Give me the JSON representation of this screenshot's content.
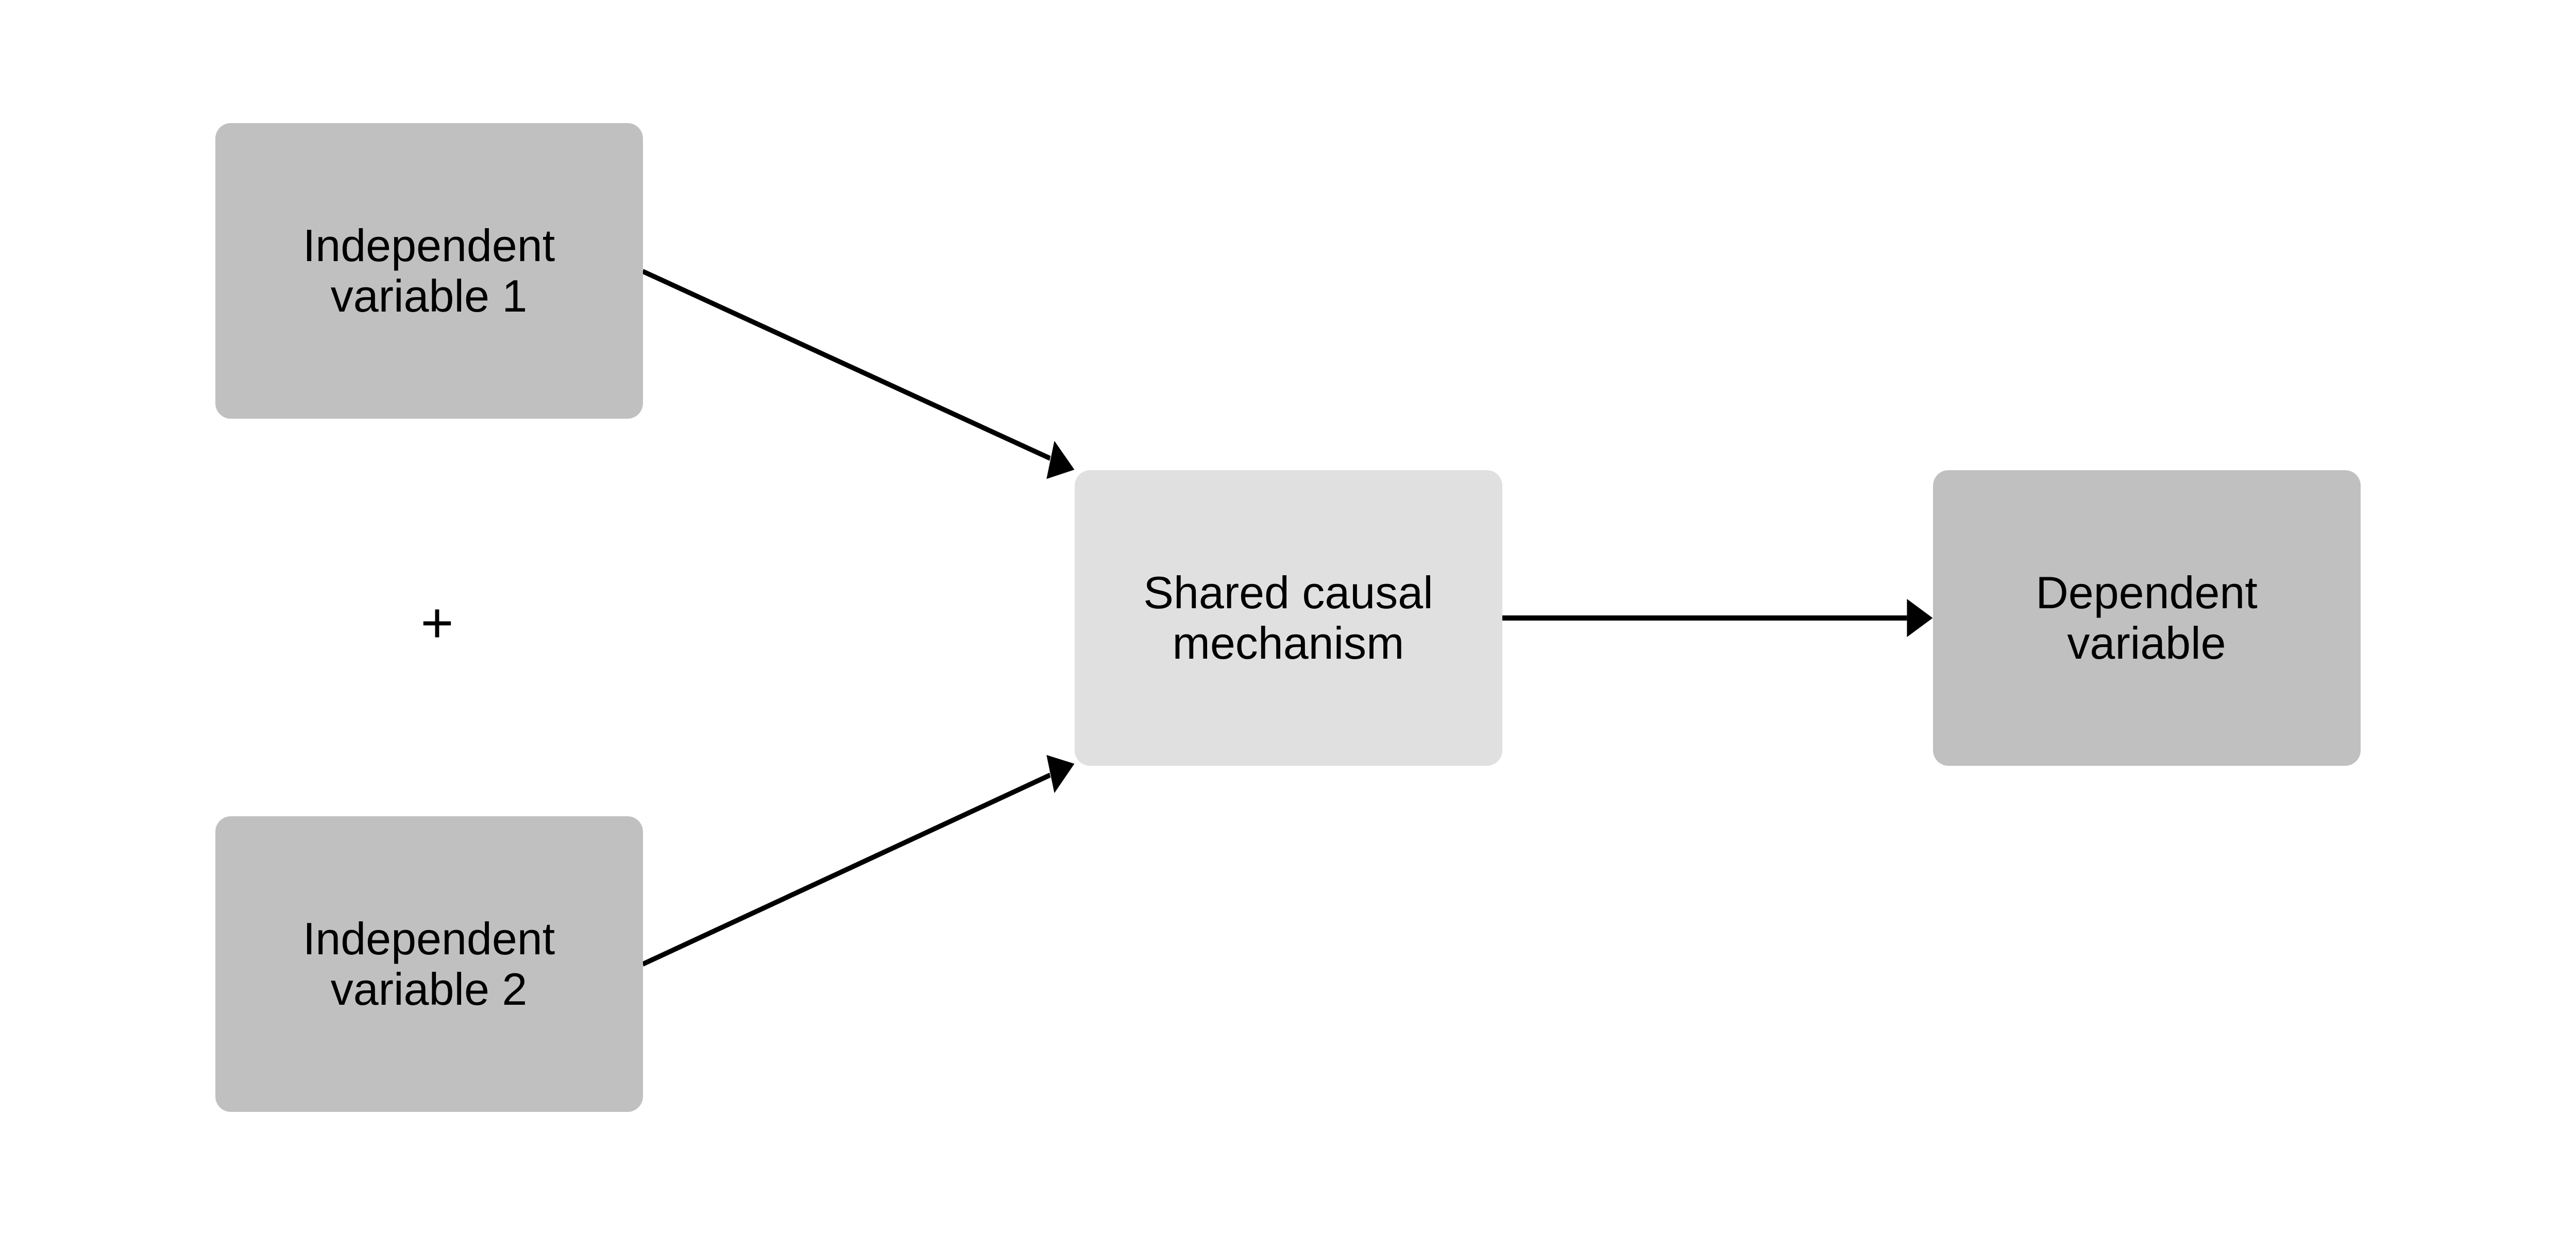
{
  "nodes": {
    "iv1": {
      "label": "Independent\nvariable 1",
      "color": "#c0c0c0"
    },
    "iv2": {
      "label": "Independent\nvariable 2",
      "color": "#c0c0c0"
    },
    "mechanism": {
      "label": "Shared causal\nmechanism",
      "color": "#e0e0e0"
    },
    "dv": {
      "label": "Dependent\nvariable",
      "color": "#c0c0c0"
    }
  },
  "operator": "+",
  "edges": [
    {
      "from": "iv1",
      "to": "mechanism"
    },
    {
      "from": "iv2",
      "to": "mechanism"
    },
    {
      "from": "mechanism",
      "to": "dv"
    }
  ]
}
